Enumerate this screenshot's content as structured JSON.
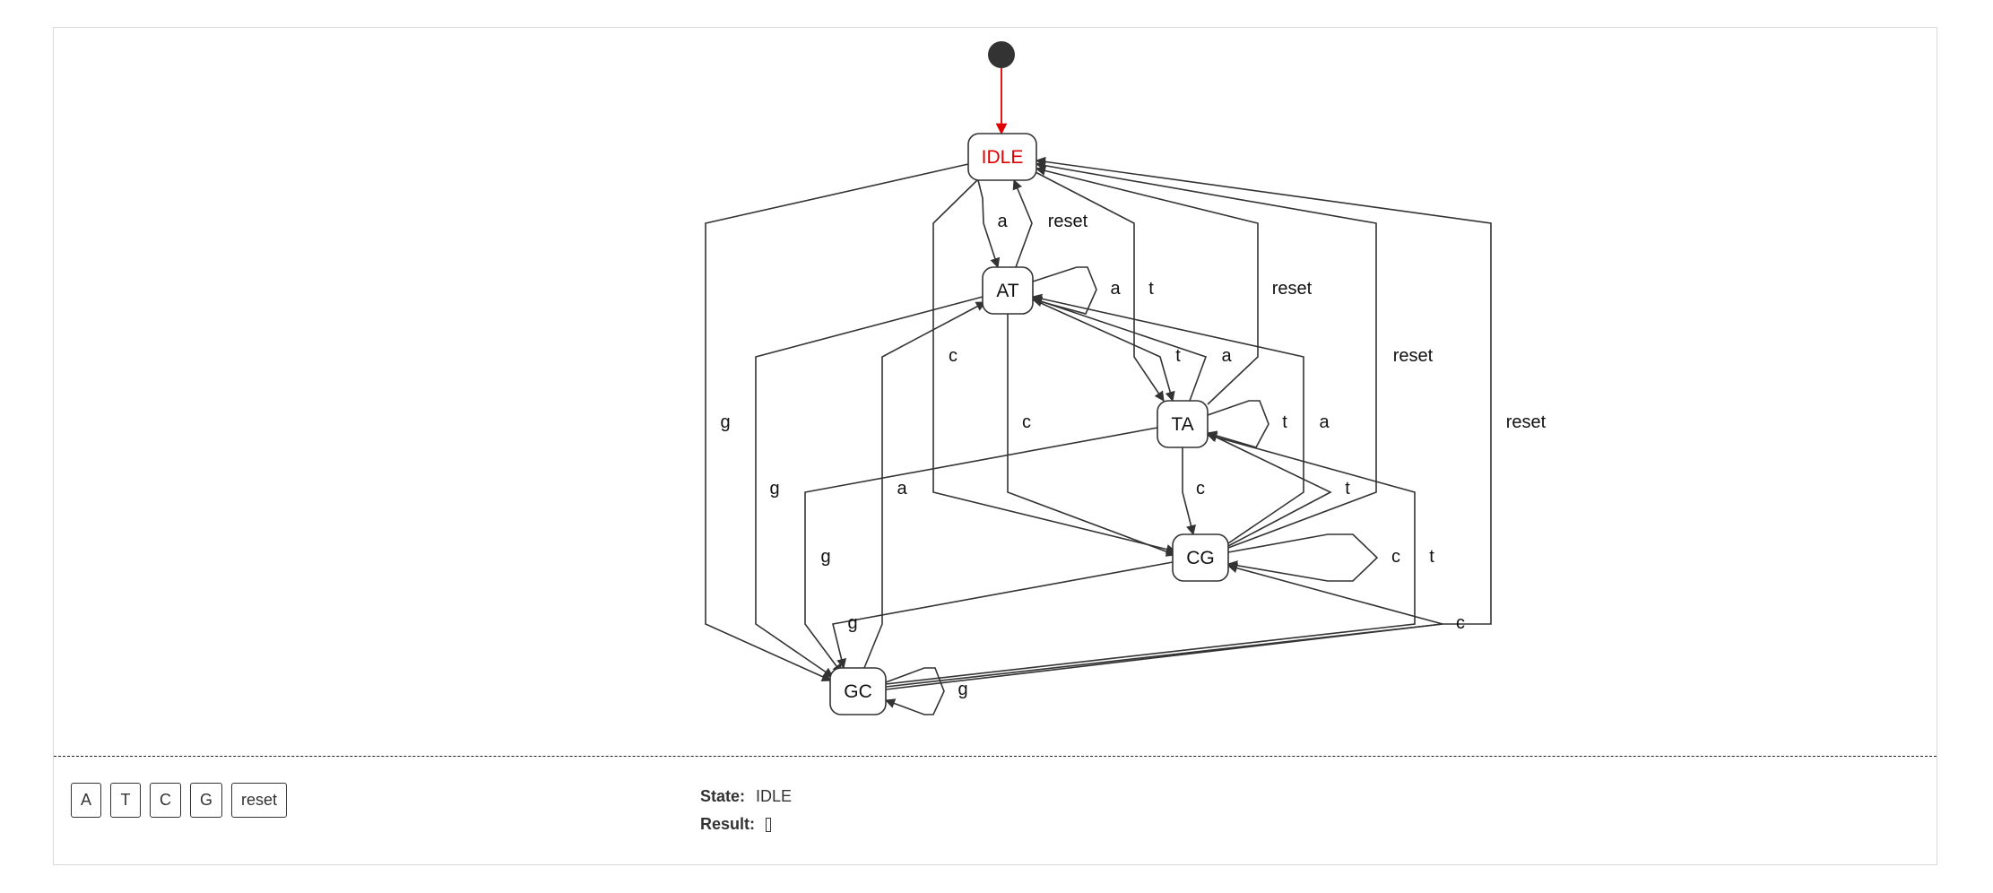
{
  "states": [
    {
      "id": "IDLE",
      "label": "IDLE",
      "active": true
    },
    {
      "id": "AT",
      "label": "AT",
      "active": false
    },
    {
      "id": "TA",
      "label": "TA",
      "active": false
    },
    {
      "id": "CG",
      "label": "CG",
      "active": false
    },
    {
      "id": "GC",
      "label": "GC",
      "active": false
    }
  ],
  "transitions": [
    {
      "from": "IDLE",
      "to": "AT",
      "label": "a"
    },
    {
      "from": "AT",
      "to": "IDLE",
      "label": "reset"
    },
    {
      "from": "AT",
      "to": "AT",
      "label": "a"
    },
    {
      "from": "IDLE",
      "to": "TA",
      "label": "t"
    },
    {
      "from": "TA",
      "to": "IDLE",
      "label": "reset"
    },
    {
      "from": "AT",
      "to": "TA",
      "label": "t"
    },
    {
      "from": "TA",
      "to": "AT",
      "label": "a"
    },
    {
      "from": "TA",
      "to": "TA",
      "label": "t"
    },
    {
      "from": "CG",
      "to": "AT",
      "label": "a"
    },
    {
      "from": "CG",
      "to": "IDLE",
      "label": "reset"
    },
    {
      "from": "GC",
      "to": "IDLE",
      "label": "reset"
    },
    {
      "from": "IDLE",
      "to": "CG",
      "label": "c"
    },
    {
      "from": "AT",
      "to": "CG",
      "label": "c"
    },
    {
      "from": "IDLE",
      "to": "GC",
      "label": "g"
    },
    {
      "from": "AT",
      "to": "GC",
      "label": "g"
    },
    {
      "from": "TA",
      "to": "GC",
      "label": "g"
    },
    {
      "from": "GC",
      "to": "AT",
      "label": "a"
    },
    {
      "from": "TA",
      "to": "CG",
      "label": "c"
    },
    {
      "from": "CG",
      "to": "TA",
      "label": "t"
    },
    {
      "from": "CG",
      "to": "CG",
      "label": "c"
    },
    {
      "from": "GC",
      "to": "TA",
      "label": "t"
    },
    {
      "from": "CG",
      "to": "GC",
      "label": "g"
    },
    {
      "from": "GC",
      "to": "CG",
      "label": "c"
    },
    {
      "from": "GC",
      "to": "GC",
      "label": "g"
    }
  ],
  "controls": {
    "buttons": [
      "A",
      "T",
      "C",
      "G",
      "reset"
    ]
  },
  "status": {
    "state_label": "State:",
    "state_value": "IDLE",
    "result_label": "Result:"
  },
  "colors": {
    "active": "#e00000",
    "edge": "#333333",
    "node_border": "#333333"
  }
}
